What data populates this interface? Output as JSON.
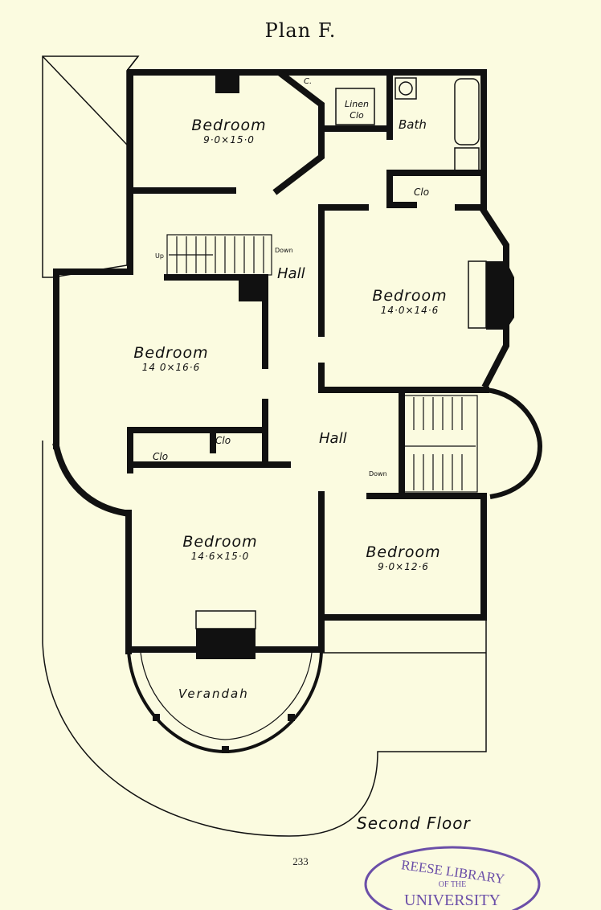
{
  "title": "Plan F.",
  "floor_caption": "Second Floor",
  "page_number": "233",
  "rooms": {
    "bedroom_1": {
      "name": "Bedroom",
      "dims": "9·0×15·0"
    },
    "bedroom_2": {
      "name": "Bedroom",
      "dims": "14·0×14·6"
    },
    "bedroom_3": {
      "name": "Bedroom",
      "dims": "14 0×16·6"
    },
    "bedroom_4": {
      "name": "Bedroom",
      "dims": "14·6×15·0"
    },
    "bedroom_5": {
      "name": "Bedroom",
      "dims": "9·0×12·6"
    },
    "bath": "Bath",
    "linen_clo": "Linen Clo",
    "clo_top": "Clo",
    "clo_mid": "Clo",
    "clo_low": "Clo",
    "closet_c": "C.",
    "hall_upper": "Hall",
    "hall_lower": "Hall",
    "verandah": "Verandah"
  },
  "stairs": {
    "up": "Up",
    "down_upper": "Down",
    "down_lower": "Down"
  },
  "stamp": {
    "line1": "REESE LIBRARY",
    "line2": "OF THE",
    "line3": "UNIVERSITY"
  },
  "colors": {
    "paper": "#fbfbe0",
    "ink": "#111111",
    "stamp": "#6b4fa8"
  }
}
